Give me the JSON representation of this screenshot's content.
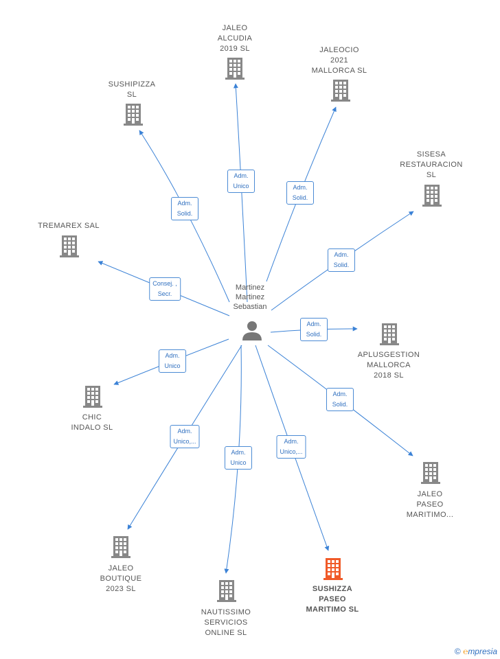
{
  "center": {
    "label": "Martinez\nMartinez\nSebastian",
    "icon": "person-icon"
  },
  "colors": {
    "edge": "#3b82d6",
    "building": "#888888",
    "building_highlight": "#f05a28"
  },
  "companies": [
    {
      "id": "jaleo-alcudia",
      "label": "JALEO\nALCUDIA\n2019  SL",
      "role": "Adm.\nUnico"
    },
    {
      "id": "jaleocio",
      "label": "JALEOCIO\n2021\nMALLORCA  SL",
      "role": "Adm.\nSolid."
    },
    {
      "id": "sushipizza",
      "label": "SUSHIPIZZA\nSL",
      "role": "Adm.\nSolid."
    },
    {
      "id": "sisesa",
      "label": "SISESA\nRESTAURACION\nSL",
      "role": "Adm.\nSolid."
    },
    {
      "id": "tremarex",
      "label": "TREMAREX SAL",
      "role": "Consej. ,\nSecr."
    },
    {
      "id": "aplusgestion",
      "label": "APLUSGESTION\nMALLORCA\n2018  SL",
      "role": "Adm.\nSolid."
    },
    {
      "id": "chic-indalo",
      "label": "CHIC\nINDALO  SL",
      "role": "Adm.\nUnico"
    },
    {
      "id": "jaleo-paseo",
      "label": "JALEO\nPASEO\nMARITIMO...",
      "role": "Adm.\nSolid."
    },
    {
      "id": "jaleo-boutique",
      "label": "JALEO\nBOUTIQUE\n2023  SL",
      "role": "Adm.\nUnico,..."
    },
    {
      "id": "nautissimo",
      "label": "NAUTISSIMO\nSERVICIOS\nONLINE  SL",
      "role": "Adm.\nUnico"
    },
    {
      "id": "sushizza",
      "label": "SUSHIZZA\nPASEO\nMARITIMO  SL",
      "role": "Adm.\nUnico,...",
      "highlight": true
    }
  ],
  "footer": {
    "copyright": "©",
    "brand_e": "℮",
    "brand": "mpresia"
  }
}
